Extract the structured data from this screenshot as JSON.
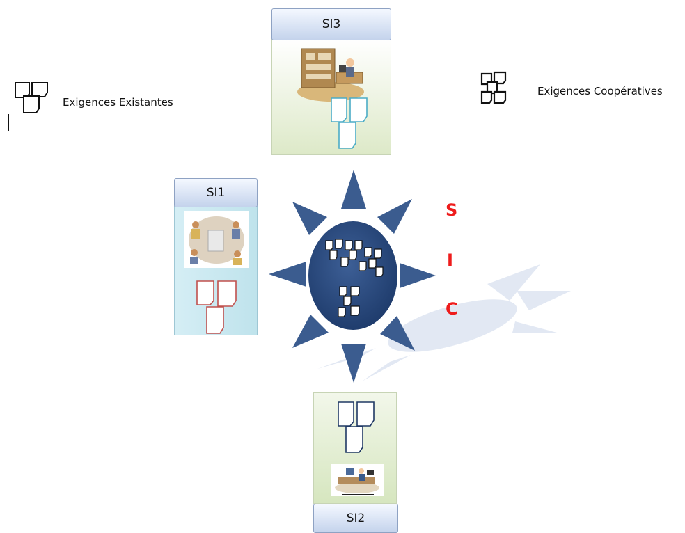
{
  "legend": {
    "existing_label": "Exigences Existantes",
    "existing_icon": "document-stack-icon",
    "cooperative_label": "Exigences Coopératives",
    "cooperative_icon": "document-cluster-icon"
  },
  "systems": {
    "si1": {
      "label": "SI1",
      "doc_color": "#c0504d"
    },
    "si2": {
      "label": "SI2",
      "doc_color": "#1f3864"
    },
    "si3": {
      "label": "SI3",
      "doc_color": "#4bacc6"
    }
  },
  "sic": [
    "S",
    "I",
    "C"
  ],
  "colors": {
    "arrow": "#3b5c8f",
    "hub": "#2a4a7f",
    "sic_letters": "#ee1c1c",
    "header_border": "#8ea2c3"
  }
}
